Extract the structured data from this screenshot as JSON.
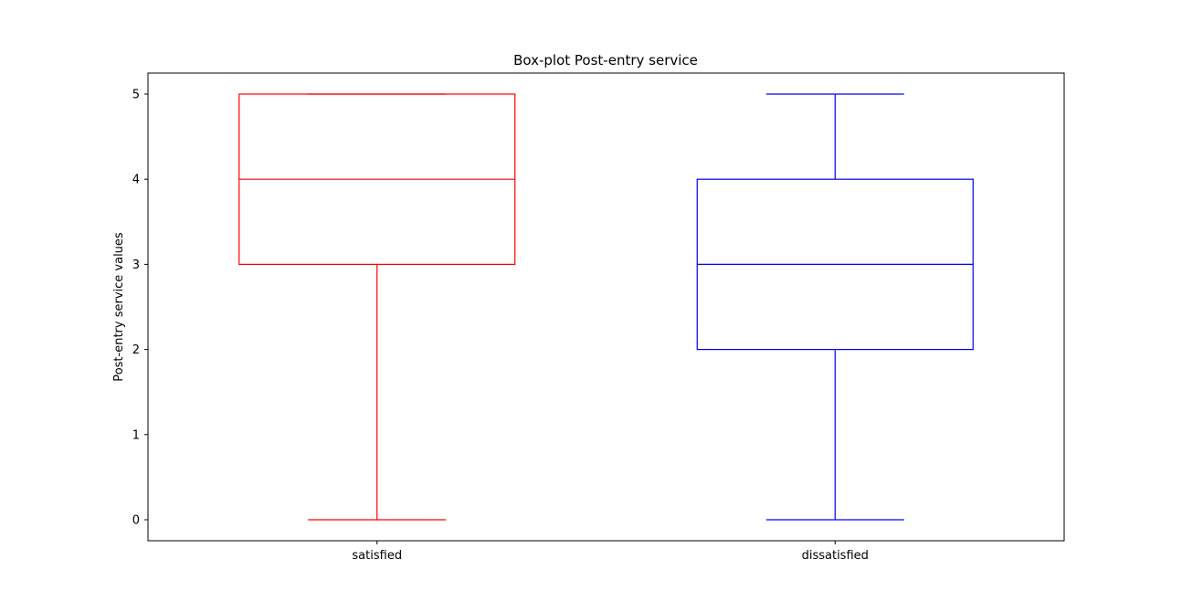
{
  "chart_data": {
    "type": "box",
    "title": "Box-plot Post-entry service",
    "xlabel": "",
    "ylabel": "Post-entry service values",
    "categories": [
      "satisfied",
      "dissatisfied"
    ],
    "yticks": [
      "0",
      "1",
      "2",
      "3",
      "4",
      "5"
    ],
    "ylim": [
      -0.25,
      5.25
    ],
    "grid": false,
    "series": [
      {
        "category": "satisfied",
        "min": 0,
        "q1": 3,
        "median": 4,
        "q3": 5,
        "max": 5,
        "color": "#ff0000"
      },
      {
        "category": "dissatisfied",
        "min": 0,
        "q1": 2,
        "median": 3,
        "q3": 4,
        "max": 5,
        "color": "#0000ff"
      }
    ]
  }
}
